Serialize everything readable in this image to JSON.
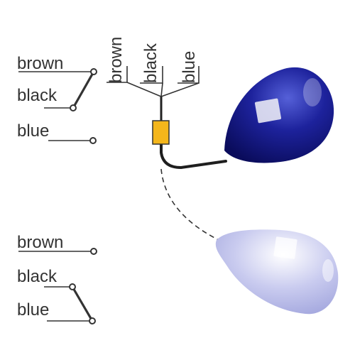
{
  "upper_switch": {
    "wires": [
      "brown",
      "black",
      "blue"
    ]
  },
  "cable_labels": [
    "brown",
    "black",
    "blue"
  ],
  "lower_switch": {
    "wires": [
      "brown",
      "black",
      "blue"
    ]
  },
  "colors": {
    "float_active": "#1a1f9a",
    "float_inactive": "#c4c6ee",
    "sleeve": "#f4b61b",
    "line": "#333333"
  }
}
